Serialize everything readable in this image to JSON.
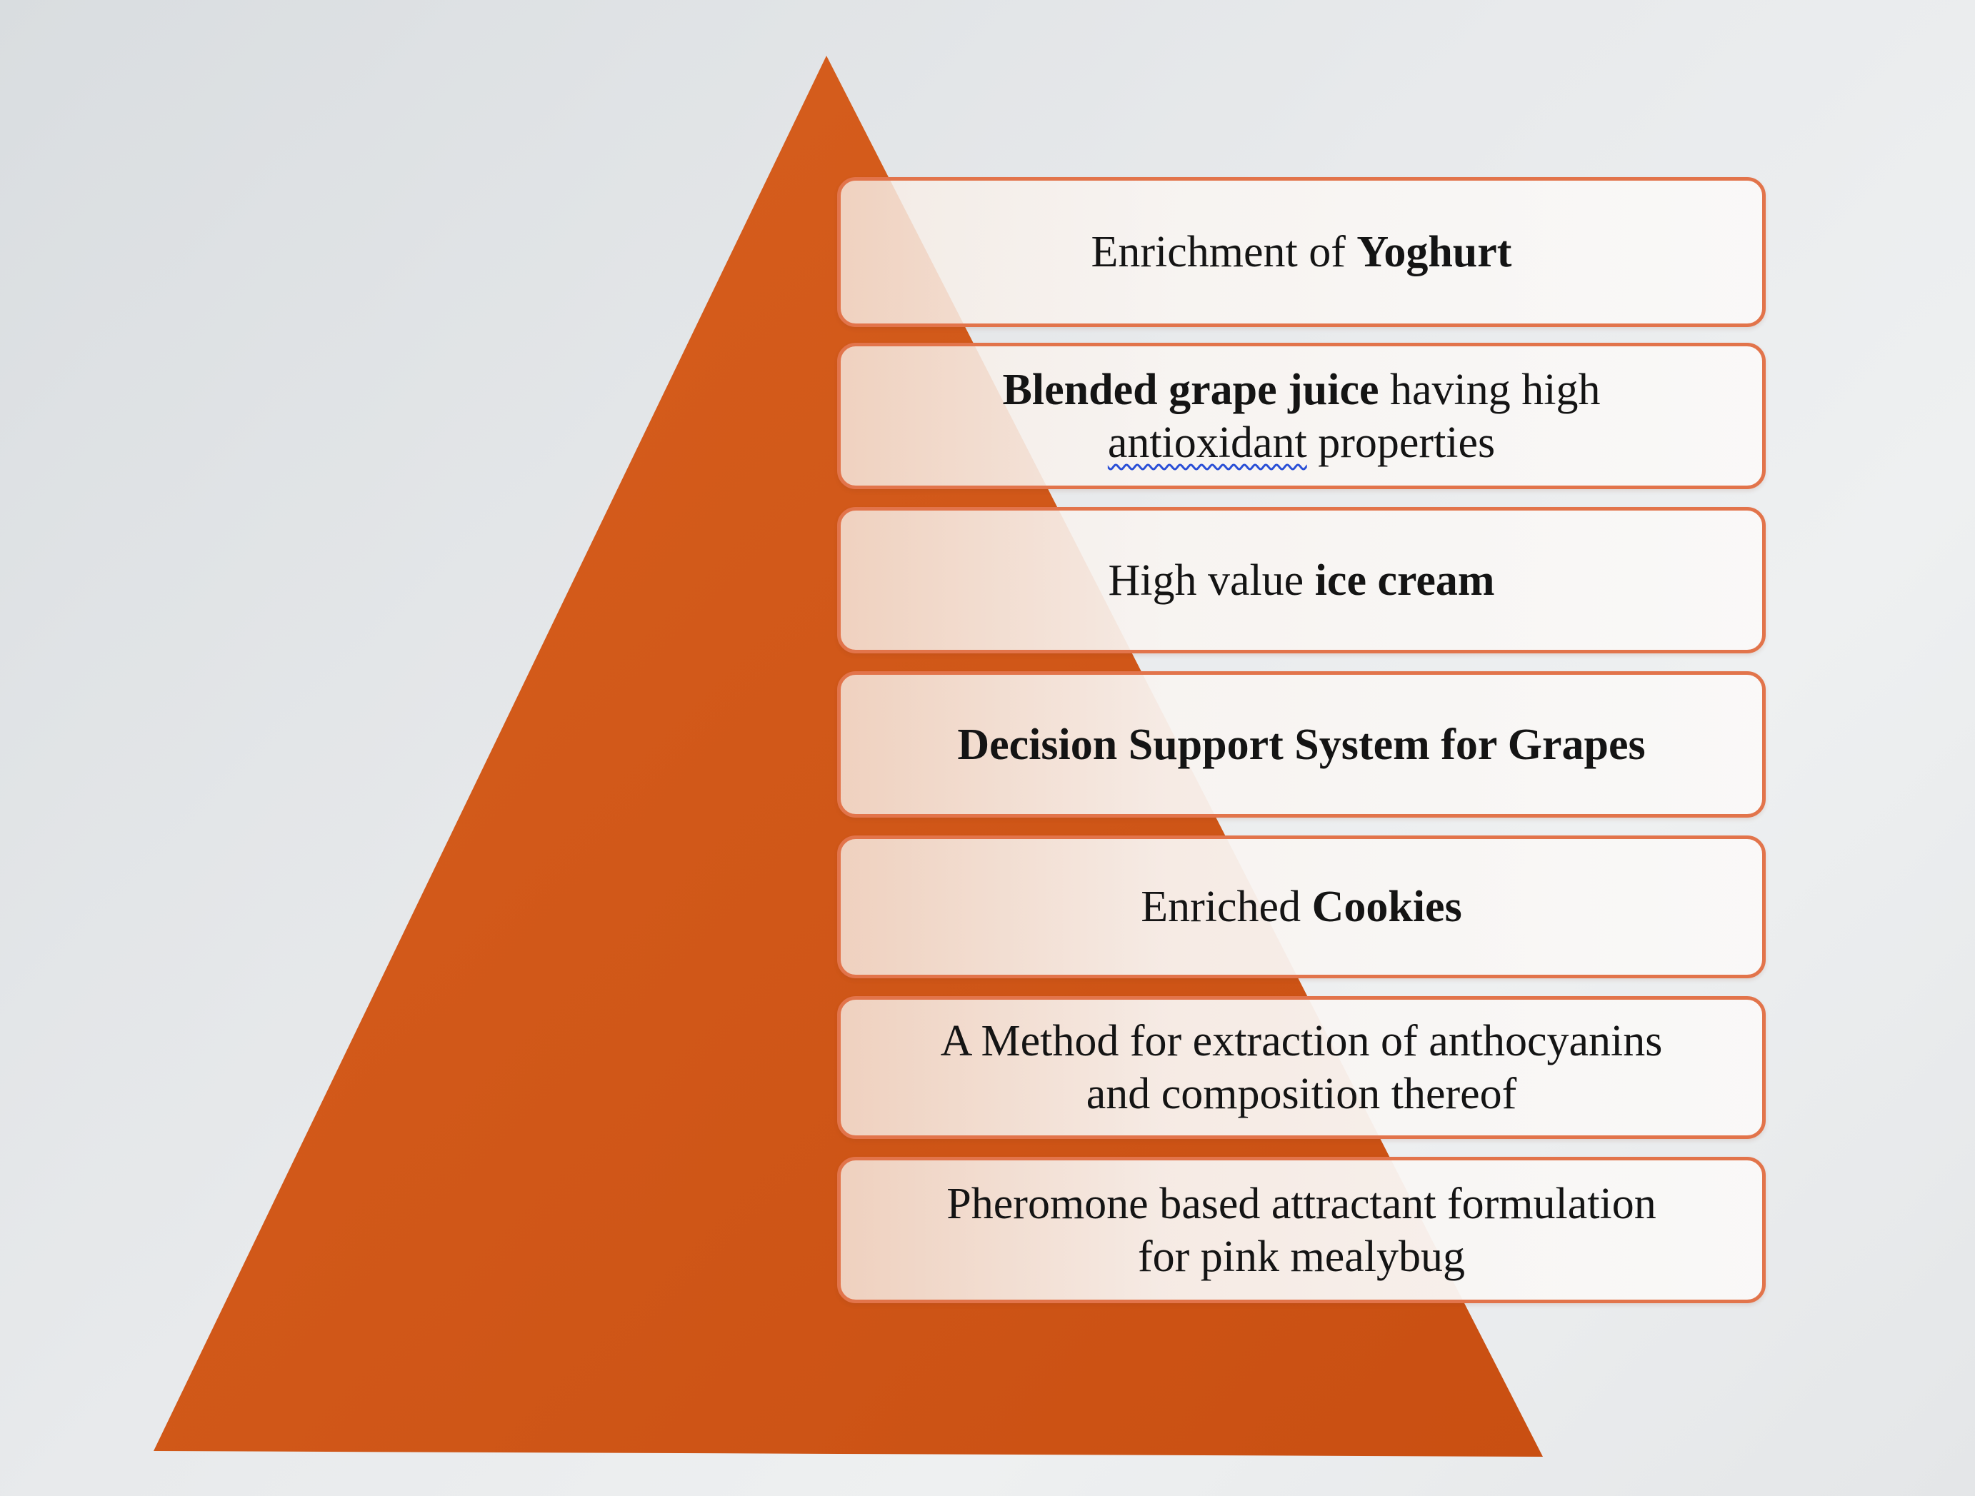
{
  "colors": {
    "pyramid": "#d35a1c",
    "pyramid_dark": "#c44f14",
    "box_border": "#e2744b",
    "text": "#141414"
  },
  "levels": [
    {
      "parts": [
        {
          "text": "Enrichment of ",
          "bold": false
        },
        {
          "text": "Yoghurt",
          "bold": true
        }
      ]
    },
    {
      "line1": [
        {
          "text": "Blended grape juice",
          "bold": true
        },
        {
          "text": " having high",
          "bold": false
        }
      ],
      "line2": [
        {
          "text": "antioxidant",
          "bold": false
        },
        {
          "text": " properties",
          "bold": false
        }
      ]
    },
    {
      "parts": [
        {
          "text": "High value ",
          "bold": false
        },
        {
          "text": "ice cream",
          "bold": true
        }
      ]
    },
    {
      "parts": [
        {
          "text": "Decision Support System for Grapes",
          "bold": true
        }
      ]
    },
    {
      "parts": [
        {
          "text": "Enriched ",
          "bold": false
        },
        {
          "text": "Cookies",
          "bold": true
        }
      ]
    },
    {
      "line1": [
        {
          "text": "A Method for extraction of anthocyanins",
          "bold": false
        }
      ],
      "line2": [
        {
          "text": "and composition thereof",
          "bold": false
        }
      ]
    },
    {
      "line1": [
        {
          "text": "Pheromone based attractant formulation",
          "bold": false
        }
      ],
      "line2": [
        {
          "text": "for pink mealybug",
          "bold": false
        }
      ]
    }
  ]
}
